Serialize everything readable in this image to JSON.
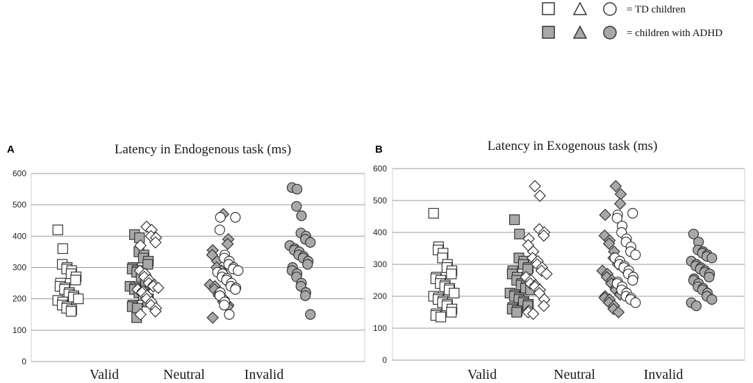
{
  "legend": {
    "td_label": "= TD children",
    "adhd_label": "= children with ADHD",
    "td_fill": "#ffffff",
    "adhd_fill": "#a8a8a8",
    "stroke": "#333333"
  },
  "chart_data": [
    {
      "type": "scatter",
      "panel": "A",
      "title": "Latency in Endogenous task (ms)",
      "categories": [
        "Valid",
        "Neutral",
        "Invalid"
      ],
      "ylim": [
        0,
        600
      ],
      "yticks": [
        0,
        100,
        200,
        300,
        400,
        500,
        600
      ],
      "grid": true,
      "series": [
        {
          "name": "TD children",
          "category": "Valid",
          "marker": "square",
          "group": "td",
          "values": [
            420,
            360,
            310,
            300,
            295,
            290,
            280,
            270,
            260,
            250,
            240,
            235,
            230,
            220,
            215,
            210,
            205,
            200,
            195,
            190,
            180,
            175,
            170,
            165,
            160
          ]
        },
        {
          "name": "children with ADHD",
          "category": "Valid",
          "marker": "square",
          "group": "adhd",
          "values": [
            405,
            395,
            350,
            340,
            330,
            320,
            310,
            300,
            295,
            290,
            285,
            280,
            270,
            260,
            250,
            245,
            240,
            235,
            230,
            225,
            220,
            215,
            210,
            200,
            190,
            180,
            175,
            170,
            140
          ]
        },
        {
          "name": "TD children",
          "category": "Neutral",
          "marker": "diamond",
          "group": "td",
          "values": [
            430,
            420,
            400,
            395,
            380,
            370,
            290,
            280,
            270,
            260,
            250,
            245,
            240,
            235,
            230,
            225,
            220,
            210,
            200,
            190,
            180,
            170,
            160,
            150
          ]
        },
        {
          "name": "children with ADHD",
          "category": "Neutral",
          "marker": "diamond",
          "group": "adhd",
          "values": [
            470,
            390,
            375,
            355,
            340,
            320,
            300,
            290,
            280,
            270,
            260,
            250,
            245,
            240,
            230,
            220,
            210,
            200,
            190,
            180,
            175,
            140
          ]
        },
        {
          "name": "TD children",
          "category": "Invalid",
          "marker": "circle",
          "group": "td",
          "values": [
            460,
            460,
            420,
            340,
            330,
            320,
            310,
            300,
            295,
            290,
            285,
            280,
            270,
            265,
            260,
            250,
            240,
            235,
            230,
            220,
            210,
            190,
            180,
            150
          ]
        },
        {
          "name": "children with ADHD",
          "category": "Invalid",
          "marker": "circle",
          "group": "adhd",
          "values": [
            555,
            550,
            495,
            465,
            410,
            400,
            390,
            380,
            370,
            360,
            355,
            350,
            340,
            335,
            330,
            320,
            310,
            300,
            290,
            280,
            270,
            250,
            240,
            220,
            210,
            150
          ]
        }
      ]
    },
    {
      "type": "scatter",
      "panel": "B",
      "title": "Latency in Exogenous task (ms)",
      "categories": [
        "Valid",
        "Neutral",
        "Invalid"
      ],
      "ylim": [
        0,
        600
      ],
      "yticks": [
        0,
        100,
        200,
        300,
        400,
        500,
        600
      ],
      "grid": true,
      "series": [
        {
          "name": "TD children",
          "category": "Valid",
          "marker": "square",
          "group": "td",
          "values": [
            460,
            355,
            345,
            335,
            320,
            300,
            290,
            280,
            270,
            260,
            255,
            250,
            240,
            235,
            230,
            225,
            220,
            210,
            200,
            195,
            190,
            185,
            180,
            175,
            170,
            160,
            150,
            145,
            140,
            135
          ]
        },
        {
          "name": "children with ADHD",
          "category": "Valid",
          "marker": "square",
          "group": "adhd",
          "values": [
            440,
            395,
            320,
            310,
            300,
            290,
            285,
            280,
            270,
            260,
            250,
            240,
            235,
            230,
            225,
            220,
            210,
            205,
            200,
            195,
            190,
            185,
            180,
            175,
            170,
            165,
            160,
            155,
            150
          ]
        },
        {
          "name": "TD children",
          "category": "Neutral",
          "marker": "diamond",
          "group": "td",
          "values": [
            545,
            515,
            410,
            400,
            390,
            380,
            360,
            340,
            320,
            310,
            300,
            290,
            280,
            270,
            260,
            250,
            240,
            235,
            230,
            220,
            210,
            190,
            170,
            155,
            150,
            145
          ]
        },
        {
          "name": "children with ADHD",
          "category": "Neutral",
          "marker": "diamond",
          "group": "adhd",
          "values": [
            545,
            520,
            490,
            455,
            390,
            375,
            365,
            340,
            320,
            310,
            300,
            290,
            280,
            270,
            260,
            250,
            240,
            230,
            220,
            210,
            205,
            200,
            195,
            190,
            180,
            170,
            160,
            150
          ]
        },
        {
          "name": "TD children",
          "category": "Invalid",
          "marker": "circle",
          "group": "td",
          "values": [
            460,
            455,
            445,
            420,
            400,
            380,
            370,
            355,
            340,
            330,
            320,
            310,
            300,
            295,
            290,
            280,
            270,
            260,
            250,
            245,
            240,
            230,
            220,
            210,
            200,
            195,
            190,
            180
          ]
        },
        {
          "name": "children with ADHD",
          "category": "Invalid",
          "marker": "circle",
          "group": "adhd",
          "values": [
            395,
            370,
            345,
            340,
            335,
            330,
            325,
            320,
            310,
            300,
            295,
            290,
            285,
            280,
            275,
            270,
            260,
            255,
            250,
            240,
            230,
            225,
            220,
            210,
            200,
            190,
            180,
            170
          ]
        }
      ]
    }
  ]
}
